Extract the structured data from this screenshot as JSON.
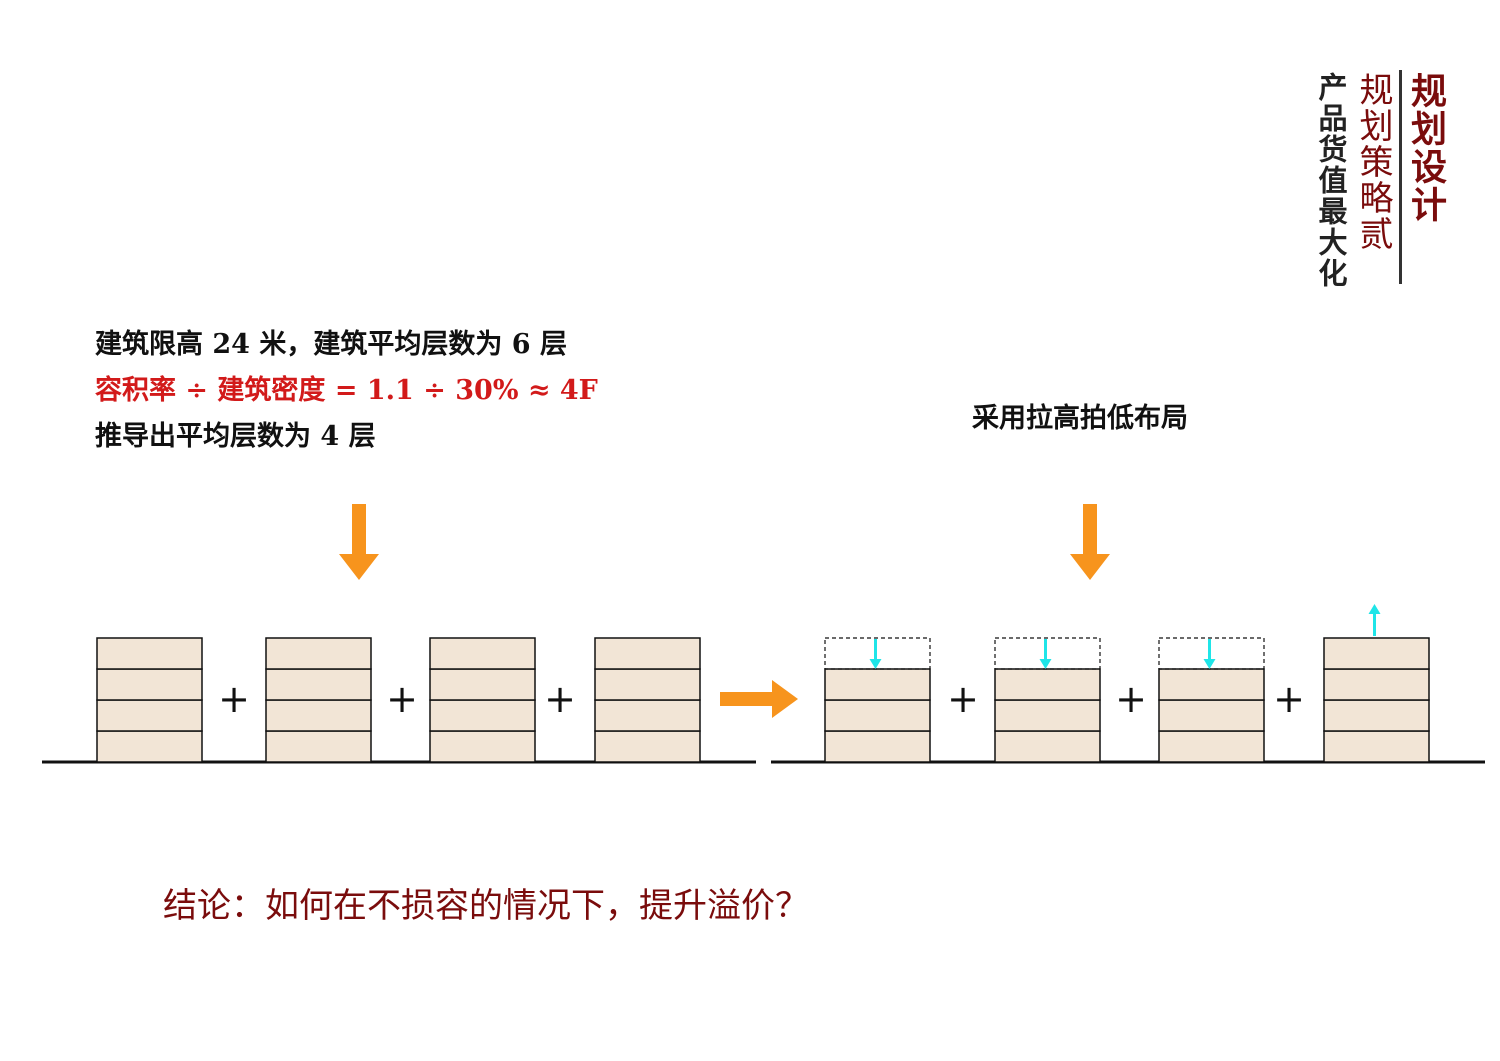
{
  "header": {
    "title": "规划设计",
    "subtitle": "规划策略贰",
    "tagline": "产品货值最大化"
  },
  "left_panel": {
    "line1": "建筑限高 24 米，建筑平均层数为 6 层",
    "line2": "容积率 ÷ 建筑密度 = 1.1 ÷ 30% ≈ 4F",
    "line3": "推导出平均层数为 4 层"
  },
  "right_panel": {
    "caption": "采用拉高拍低布局"
  },
  "conclusion": "结论：如何在不损容的情况下，提升溢价？",
  "diagram": {
    "plus_symbol": "+",
    "left_buildings": [
      {
        "floors": 4
      },
      {
        "floors": 4
      },
      {
        "floors": 4
      },
      {
        "floors": 4
      }
    ],
    "right_buildings": [
      {
        "floors": 3,
        "removed_floors": 1,
        "arrow": "down"
      },
      {
        "floors": 3,
        "removed_floors": 1,
        "arrow": "down"
      },
      {
        "floors": 3,
        "removed_floors": 1,
        "arrow": "down"
      },
      {
        "floors": 4,
        "removed_floors": 0,
        "arrow": "up"
      }
    ]
  },
  "colors": {
    "floor_fill": "#f2e5d6",
    "arrow_orange": "#f7941d",
    "arrow_cyan": "#1fe5e8",
    "title_red": "#7a0c0c",
    "formula_red": "#d21a1a"
  }
}
